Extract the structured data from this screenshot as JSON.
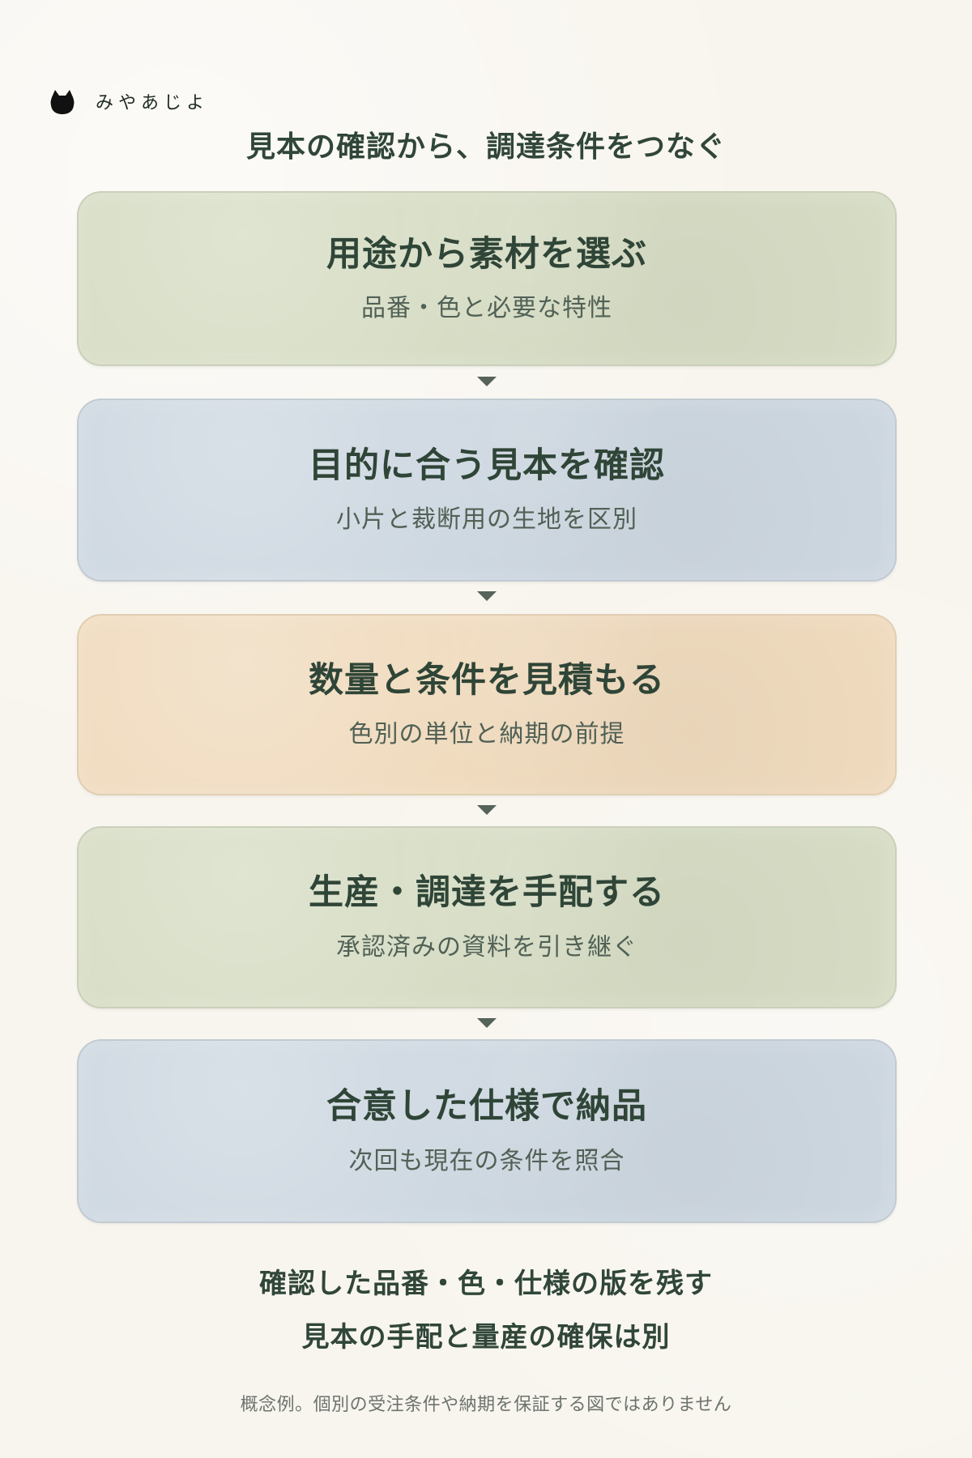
{
  "brand": {
    "icon": "cat-icon",
    "name": "みやあじよ"
  },
  "header": {
    "title": "見本の確認から、調達条件をつなぐ"
  },
  "steps": [
    {
      "title": "用途から素材を選ぶ",
      "subtitle": "品番・色と必要な特性",
      "color": "#d7ddc5"
    },
    {
      "title": "目的に合う見本を確認",
      "subtitle": "小片と裁断用の生地を区別",
      "color": "#ced8e1"
    },
    {
      "title": "数量と条件を見積もる",
      "subtitle": "色別の単位と納期の前提",
      "color": "#f0dbbe"
    },
    {
      "title": "生産・調達を手配する",
      "subtitle": "承認済みの資料を引き継ぐ",
      "color": "#d7ddc5"
    },
    {
      "title": "合意した仕様で納品",
      "subtitle": "次回も現在の条件を照合",
      "color": "#ced8e1"
    }
  ],
  "notes": {
    "line1": "確認した品番・色・仕様の版を残す",
    "line2": "見本の手配と量産の確保は別"
  },
  "footer": {
    "disclaimer": "概念例。個別の受注条件や納期を保証する図ではありません"
  }
}
